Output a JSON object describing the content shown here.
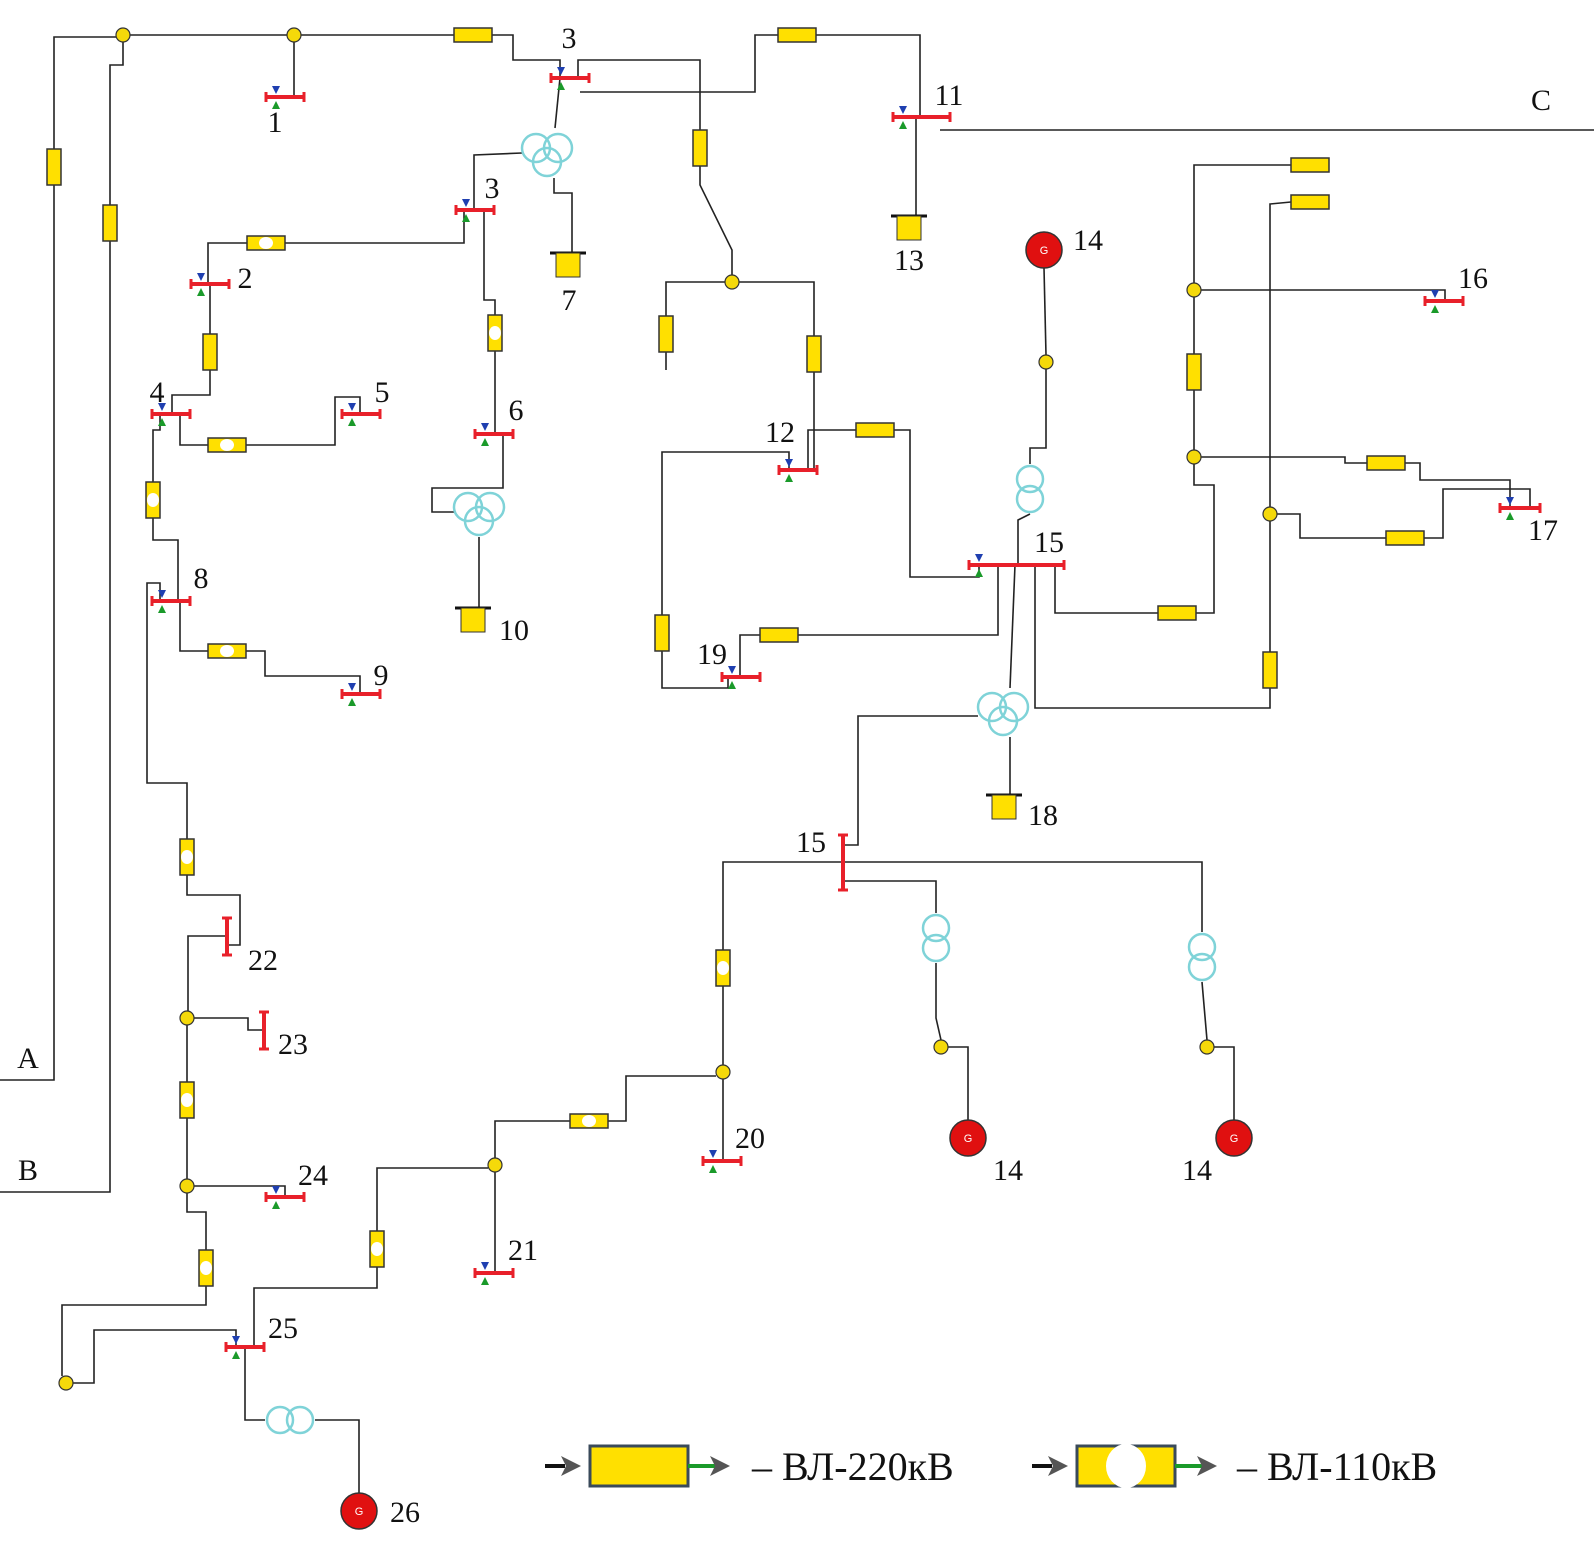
{
  "diagram": {
    "colors": {
      "bus": "#e8202a",
      "line_220": "#ffe000",
      "node": "#f5d90a",
      "transformer": "#7fd3d8",
      "generator": "#e01010",
      "wire": "#222222",
      "arrow_out": "#1a9a2a",
      "arrow_in": "#1f3fb0"
    },
    "node_labels": [
      "1",
      "2",
      "3",
      "3",
      "4",
      "5",
      "6",
      "7",
      "8",
      "9",
      "10",
      "11",
      "12",
      "13",
      "14",
      "15",
      "16",
      "17",
      "18",
      "15",
      "19",
      "20",
      "21",
      "22",
      "23",
      "24",
      "25",
      "26",
      "14",
      "14"
    ],
    "edge_labels": [
      "A",
      "B",
      "C"
    ],
    "generator_symbol": "G",
    "legend": [
      {
        "label": "– ВЛ-220кВ",
        "icon": "line-220kv-icon"
      },
      {
        "label": "– ВЛ-110кВ",
        "icon": "line-110kv-icon"
      }
    ]
  }
}
